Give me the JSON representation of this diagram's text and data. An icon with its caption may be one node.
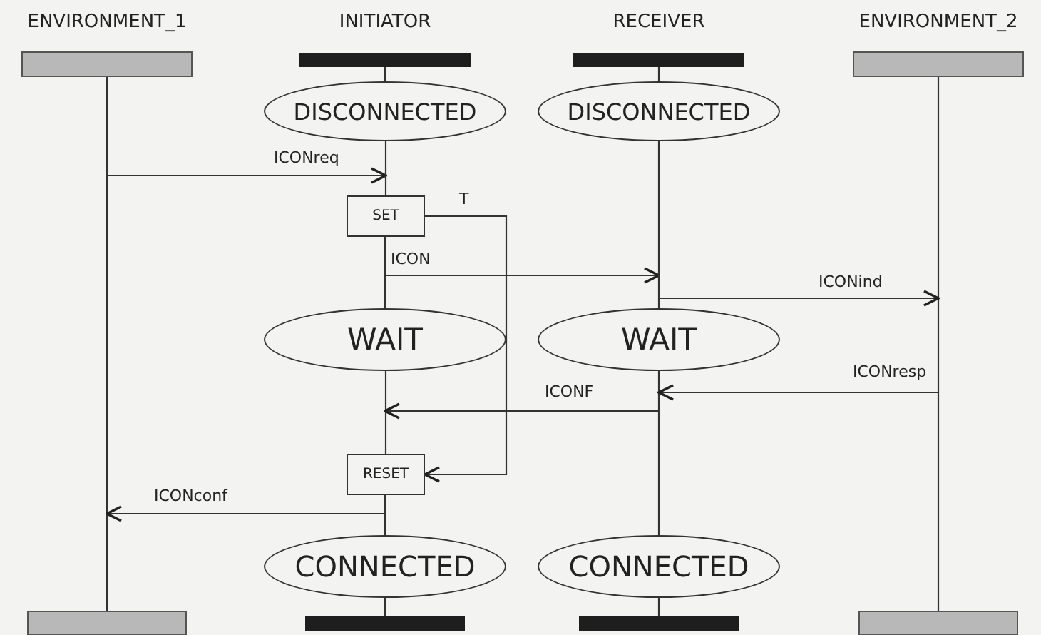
{
  "diagram": {
    "nodes": [
      {
        "text": [
          "ENVIRONMENT_1"
        ]
      },
      {
        "text": [
          "INITIATOR"
        ]
      },
      {
        "text": [
          "RECEIVER"
        ]
      },
      {
        "text": [
          "ENVIRONMENT_2"
        ]
      },
      {
        "text": [
          "DISCONNECTED"
        ]
      },
      {
        "text": [
          "DISCONNECTED"
        ]
      },
      {
        "text": [
          "SET"
        ]
      },
      {
        "text": [
          "WAIT"
        ]
      },
      {
        "text": [
          "WAIT"
        ]
      },
      {
        "text": [
          "RESET"
        ]
      },
      {
        "text": [
          "CONNECTED"
        ]
      },
      {
        "text": [
          "CONNECTED"
        ]
      },
      {
        "text": [],
        "shape": "bar"
      },
      {
        "text": [],
        "shape": "bar"
      },
      {
        "text": [],
        "shape": "bar"
      },
      {
        "text": [],
        "shape": "bar"
      }
    ],
    "edges": [
      {
        "from": 0,
        "to": 12,
        "arrow": "none"
      },
      {
        "from": 1,
        "to": 4,
        "arrow": "none"
      },
      {
        "from": 2,
        "to": 5,
        "arrow": "none"
      },
      {
        "from": 3,
        "to": 15,
        "arrow": "none"
      },
      {
        "from": null,
        "to": 6,
        "arrow": "to",
        "label": "ICONreq"
      },
      {
        "from": 4,
        "to": 6,
        "arrow": "none"
      },
      {
        "from": 6,
        "to": 7,
        "arrow": "none"
      },
      {
        "from": 6,
        "to": 9,
        "arrow": "to",
        "label": "T"
      },
      {
        "from": null,
        "to": 8,
        "arrow": "to",
        "label": "ICON"
      },
      {
        "from": 5,
        "to": 8,
        "arrow": "none"
      },
      {
        "from": 8,
        "to": null,
        "arrow": "to",
        "label": "ICONind"
      },
      {
        "from": 7,
        "to": 9,
        "arrow": "none"
      },
      {
        "from": 8,
        "to": 11,
        "arrow": "none"
      },
      {
        "from": null,
        "to": 8,
        "arrow": "to",
        "label": "ICONresp"
      },
      {
        "from": 8,
        "to": null,
        "arrow": "to",
        "label": "ICONF"
      },
      {
        "from": 9,
        "to": 10,
        "arrow": "none"
      },
      {
        "from": 9,
        "to": null,
        "arrow": "to",
        "label": "ICONconf"
      },
      {
        "from": 10,
        "to": 13,
        "arrow": "none"
      },
      {
        "from": 11,
        "to": 14,
        "arrow": "none"
      }
    ]
  }
}
